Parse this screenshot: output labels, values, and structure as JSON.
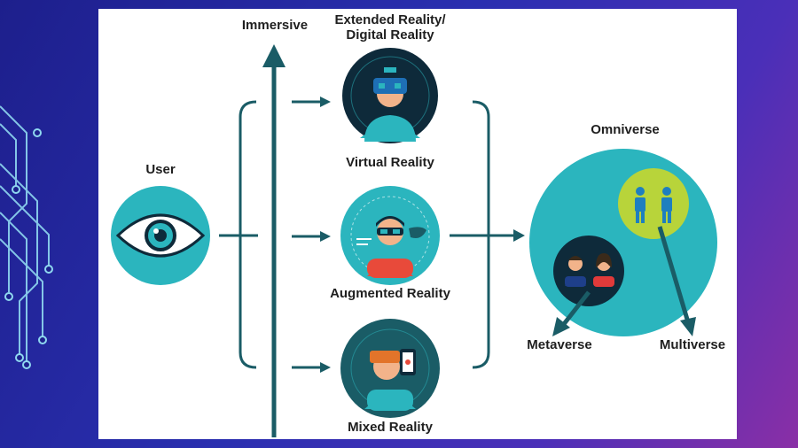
{
  "labels": {
    "immersive": "Immersive",
    "extended_reality": "Extended Reality/",
    "digital_reality": "Digital Reality",
    "user": "User",
    "virtual_reality": "Virtual Reality",
    "augmented_reality": "Augmented Reality",
    "mixed_reality": "Mixed Reality",
    "omniverse": "Omniverse",
    "metaverse": "Metaverse",
    "multiverse": "Multiverse"
  },
  "colors": {
    "teal": "#2bb5be",
    "dark_teal": "#1a5c66",
    "navy_circle": "#0e2a3a",
    "green_circle": "#b8d43a",
    "text": "#1f1f1f"
  },
  "icons": {
    "user": "eye-icon",
    "virtual_reality": "vr-headset-person-icon",
    "augmented_reality": "ar-glasses-person-icon",
    "mixed_reality": "mr-headset-phone-person-icon",
    "metaverse": "two-people-icon",
    "multiverse": "two-figures-icon"
  }
}
